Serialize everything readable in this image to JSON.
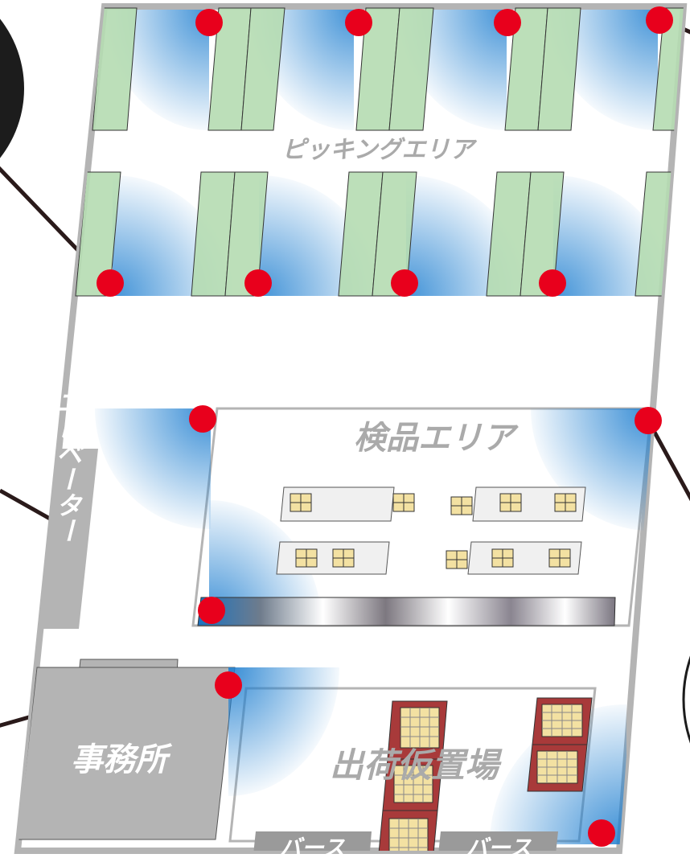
{
  "areas": {
    "picking": "ピッキングエリア",
    "inspection": "検品エリア",
    "elevator": "エレベーター",
    "office": "事務所",
    "shipping": "出荷仮置場",
    "berth_left": "バース",
    "berth_right": "バース"
  },
  "colors": {
    "camera_dot": "#e8001c",
    "camera_view": "#1f7fd0",
    "shelf": "#b5dbb1",
    "wall": "#b4b4b4",
    "label": "#aaaaaa",
    "pallet": "#a83a3a",
    "box": "#f3e1a2"
  },
  "camera_count": 13
}
